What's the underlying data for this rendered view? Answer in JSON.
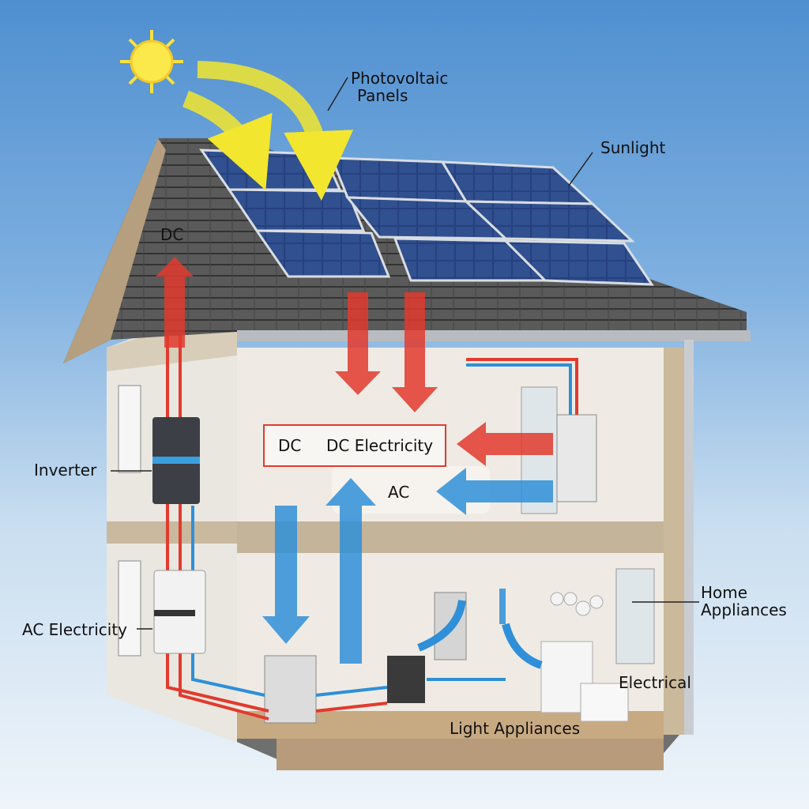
{
  "labels": {
    "photovoltaic_panels_line1": "Photovoltaic",
    "photovoltaic_panels_line2": "Panels",
    "sunlight": "Sunlight",
    "dc_top": "DC",
    "inverter": "Inverter",
    "dc_box_left": "DC",
    "dc_electricity": "DC Electricity",
    "ac": "AC",
    "ac_electricity": "AC Electricity",
    "home_appliances_line1": "Home",
    "home_appliances_line2": "Appliances",
    "electrical": "Electrical",
    "light_appliances": "Light Appliances"
  },
  "colors": {
    "dc_red": "#e23a2e",
    "ac_blue": "#2f8fd8",
    "sun_yellow": "#f7e43a",
    "panel_blue": "#2a3f7a",
    "roof_gray": "#4a4a4a"
  }
}
